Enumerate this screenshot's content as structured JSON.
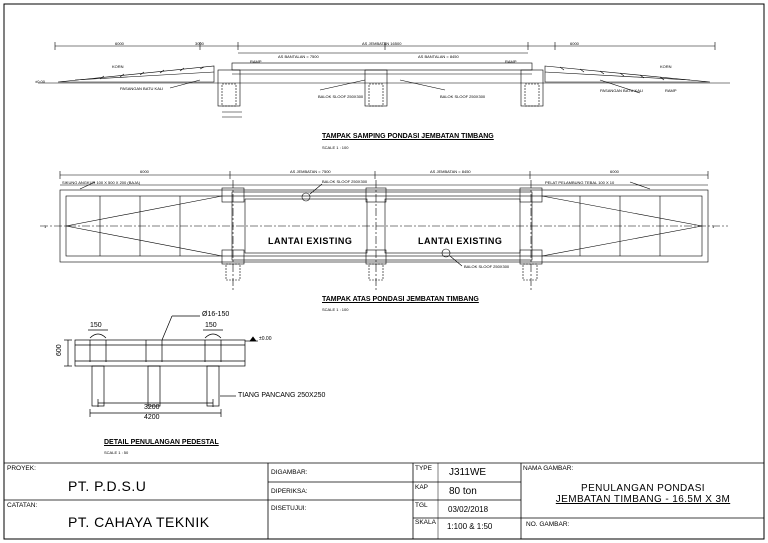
{
  "drawing": {
    "views": {
      "side": {
        "title": "TAMPAK SAMPING PONDASI JEMBATAN TIMBANG",
        "scale": "SCALE 1 : 100"
      },
      "top": {
        "title": "TAMPAK ATAS PONDASI JEMBATAN TIMBANG",
        "scale": "SCALE 1 : 100"
      },
      "detail": {
        "title": "DETAIL PENULANGAN PEDESTAL",
        "scale": "SCALE 1 : 50"
      }
    },
    "top_view": {
      "floor_left": "LANTAI EXISTING",
      "floor_right": "LANTAI EXISTING"
    },
    "detail": {
      "rebar": "Ø16-150",
      "dim_top_left": "150",
      "dim_top_right": "150",
      "height": "600",
      "level": "±0.00",
      "pile": "TIANG PANCANG 250X250",
      "dim_inner": "3200",
      "dim_outer": "4200"
    }
  },
  "title_block": {
    "proyek_label": "PROYEK:",
    "proyek_value": "PT. P.D.S.U",
    "catatan_label": "CATATAN:",
    "catatan_value": "PT. CAHAYA TEKNIK",
    "digambar_label": "DIGAMBAR:",
    "diperiksa_label": "DIPERIKSA:",
    "disetujui_label": "DISETUJUI:",
    "type_label": "TYPE",
    "type_value": "J311WE",
    "kap_label": "KAP",
    "kap_value": "80 ton",
    "tgl_label": "TGL",
    "tgl_value": "03/02/2018",
    "skala_label": "SKALA",
    "skala_value": "1:100 & 1:50",
    "nama_label": "NAMA GAMBAR:",
    "nama_line1": "PENULANGAN PONDASI",
    "nama_line2": "JEMBATAN TIMBANG - 16.5M X 3M",
    "no_label": "NO. GAMBAR:"
  }
}
